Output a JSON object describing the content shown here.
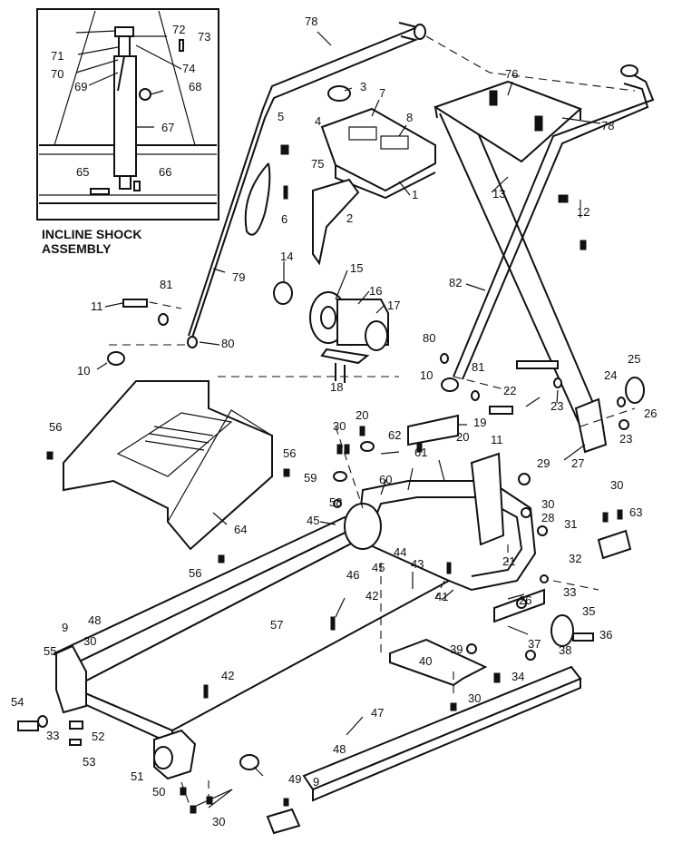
{
  "inset": {
    "title_line1": "INCLINE SHOCK",
    "title_line2": "ASSEMBLY"
  },
  "callouts": [
    {
      "id": "c72",
      "text": "72"
    },
    {
      "id": "c73",
      "text": "73"
    },
    {
      "id": "c71",
      "text": "71"
    },
    {
      "id": "c70",
      "text": "70"
    },
    {
      "id": "c74",
      "text": "74"
    },
    {
      "id": "c69",
      "text": "69"
    },
    {
      "id": "c68",
      "text": "68"
    },
    {
      "id": "c67",
      "text": "67"
    },
    {
      "id": "c65",
      "text": "65"
    },
    {
      "id": "c66",
      "text": "66"
    },
    {
      "id": "c78a",
      "text": "78"
    },
    {
      "id": "c78b",
      "text": "78"
    },
    {
      "id": "c76",
      "text": "76"
    },
    {
      "id": "c3",
      "text": "3"
    },
    {
      "id": "c7",
      "text": "7"
    },
    {
      "id": "c5",
      "text": "5"
    },
    {
      "id": "c4",
      "text": "4"
    },
    {
      "id": "c8",
      "text": "8"
    },
    {
      "id": "c75",
      "text": "75"
    },
    {
      "id": "c1",
      "text": "1"
    },
    {
      "id": "c6",
      "text": "6"
    },
    {
      "id": "c2",
      "text": "2"
    },
    {
      "id": "c13",
      "text": "13"
    },
    {
      "id": "c12",
      "text": "12"
    },
    {
      "id": "c79",
      "text": "79"
    },
    {
      "id": "c14",
      "text": "14"
    },
    {
      "id": "c15",
      "text": "15"
    },
    {
      "id": "c16",
      "text": "16"
    },
    {
      "id": "c17",
      "text": "17"
    },
    {
      "id": "c82",
      "text": "82"
    },
    {
      "id": "c11a",
      "text": "11"
    },
    {
      "id": "c81a",
      "text": "81"
    },
    {
      "id": "c80a",
      "text": "80"
    },
    {
      "id": "c10a",
      "text": "10"
    },
    {
      "id": "c18",
      "text": "18"
    },
    {
      "id": "c80b",
      "text": "80"
    },
    {
      "id": "c10b",
      "text": "10"
    },
    {
      "id": "c81b",
      "text": "81"
    },
    {
      "id": "c22",
      "text": "22"
    },
    {
      "id": "c24",
      "text": "24"
    },
    {
      "id": "c25",
      "text": "25"
    },
    {
      "id": "c23a",
      "text": "23"
    },
    {
      "id": "c26a",
      "text": "26"
    },
    {
      "id": "c11b",
      "text": "11"
    },
    {
      "id": "c20a",
      "text": "20"
    },
    {
      "id": "c19",
      "text": "19"
    },
    {
      "id": "c23b",
      "text": "23"
    },
    {
      "id": "c56a",
      "text": "56"
    },
    {
      "id": "c30a",
      "text": "30"
    },
    {
      "id": "c62",
      "text": "62"
    },
    {
      "id": "c20b",
      "text": "20"
    },
    {
      "id": "c61",
      "text": "61"
    },
    {
      "id": "c27",
      "text": "27"
    },
    {
      "id": "c56b",
      "text": "56"
    },
    {
      "id": "c59",
      "text": "59"
    },
    {
      "id": "c60",
      "text": "60"
    },
    {
      "id": "c29",
      "text": "29"
    },
    {
      "id": "c30b",
      "text": "30"
    },
    {
      "id": "c63",
      "text": "63"
    },
    {
      "id": "c58",
      "text": "58"
    },
    {
      "id": "c30c",
      "text": "30"
    },
    {
      "id": "c28",
      "text": "28"
    },
    {
      "id": "c31",
      "text": "31"
    },
    {
      "id": "c45a",
      "text": "45"
    },
    {
      "id": "c64",
      "text": "64"
    },
    {
      "id": "c44",
      "text": "44"
    },
    {
      "id": "c43",
      "text": "43"
    },
    {
      "id": "c21",
      "text": "21"
    },
    {
      "id": "c46",
      "text": "46"
    },
    {
      "id": "c45b",
      "text": "45"
    },
    {
      "id": "c56c",
      "text": "56"
    },
    {
      "id": "c32",
      "text": "32"
    },
    {
      "id": "c33a",
      "text": "33"
    },
    {
      "id": "c42a",
      "text": "42"
    },
    {
      "id": "c41",
      "text": "41"
    },
    {
      "id": "c26b",
      "text": "26"
    },
    {
      "id": "c35",
      "text": "35"
    },
    {
      "id": "c57",
      "text": "57"
    },
    {
      "id": "c36",
      "text": "36"
    },
    {
      "id": "c9a",
      "text": "9"
    },
    {
      "id": "c48a",
      "text": "48"
    },
    {
      "id": "c37",
      "text": "37"
    },
    {
      "id": "c39",
      "text": "39"
    },
    {
      "id": "c38",
      "text": "38"
    },
    {
      "id": "c40",
      "text": "40"
    },
    {
      "id": "c55",
      "text": "55"
    },
    {
      "id": "c30d",
      "text": "30"
    },
    {
      "id": "c34",
      "text": "34"
    },
    {
      "id": "c47",
      "text": "47"
    },
    {
      "id": "c42b",
      "text": "42"
    },
    {
      "id": "c30e",
      "text": "30"
    },
    {
      "id": "c54",
      "text": "54"
    },
    {
      "id": "c33b",
      "text": "33"
    },
    {
      "id": "c52",
      "text": "52"
    },
    {
      "id": "c53",
      "text": "53"
    },
    {
      "id": "c48b",
      "text": "48"
    },
    {
      "id": "c51",
      "text": "51"
    },
    {
      "id": "c49",
      "text": "49"
    },
    {
      "id": "c50",
      "text": "50"
    },
    {
      "id": "c9b",
      "text": "9"
    },
    {
      "id": "c30f",
      "text": "30"
    }
  ]
}
